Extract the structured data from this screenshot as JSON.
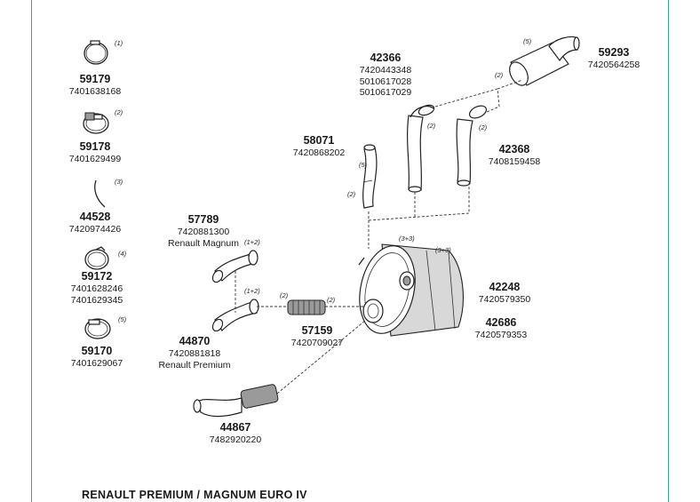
{
  "frame_color": "#3aa58f",
  "footer_title": "RENAULT PREMIUM / MAGNUM EURO IV",
  "parts": {
    "p59179": {
      "number": "59179",
      "codes": [
        "7401638168"
      ],
      "qty": "(1)"
    },
    "p59178": {
      "number": "59178",
      "codes": [
        "7401629499"
      ],
      "qty": "(2)"
    },
    "p44528": {
      "number": "44528",
      "codes": [
        "7420974426"
      ],
      "qty": "(3)"
    },
    "p59172": {
      "number": "59172",
      "codes": [
        "7401628246",
        "7401629345"
      ],
      "qty": "(4)"
    },
    "p59170": {
      "number": "59170",
      "codes": [
        "7401629067"
      ],
      "qty": "(5)"
    },
    "p57789": {
      "number": "57789",
      "codes": [
        "7420881300",
        "Renault Magnum"
      ],
      "qty": "(1+2)"
    },
    "p44870": {
      "number": "44870",
      "codes": [
        "7420881818",
        "Renault Premium"
      ],
      "qty": "(1+2)"
    },
    "p57159": {
      "number": "57159",
      "codes": [
        "7420709027"
      ],
      "qty_left": "(2)",
      "qty_right": "(2)"
    },
    "p44867": {
      "number": "44867",
      "codes": [
        "7482920220"
      ]
    },
    "p58071": {
      "number": "58071",
      "codes": [
        "7420868202"
      ],
      "qty_a": "(5)",
      "qty_b": "(2)"
    },
    "p42366": {
      "number": "42366",
      "codes": [
        "7420443348",
        "5010617028",
        "5010617029"
      ],
      "qty": "(2)"
    },
    "p42368": {
      "number": "42368",
      "codes": [
        "7408159458"
      ],
      "qty": "(2)"
    },
    "p59293": {
      "number": "59293",
      "codes": [
        "7420564258"
      ],
      "qty_top": "(5)",
      "qty_side": "(2)"
    },
    "p42248": {
      "number": "42248",
      "codes": [
        "7420579350"
      ],
      "qty_a": "(3+3)",
      "qty_b": "(3+3)"
    },
    "p42686": {
      "number": "42686",
      "codes": [
        "7420579353"
      ]
    }
  }
}
